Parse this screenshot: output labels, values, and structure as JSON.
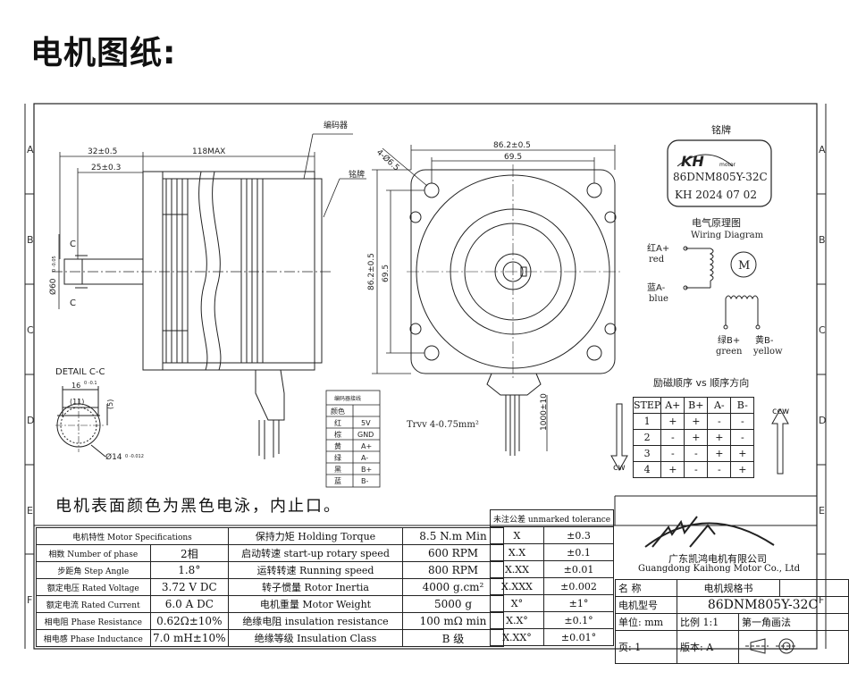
{
  "page_title": "电机图纸:",
  "drawing": {
    "labels": {
      "encoder": "编码器",
      "nameplate_callout": "铭牌",
      "nameplate_title": "铭牌",
      "wiring_title": "电气原理图",
      "wiring_sub": "Wiring Diagram",
      "detail": "DETAIL C-C",
      "section_c": "C",
      "surface_note": "电机表面颜色为黑色电泳，内止口。",
      "wire_spec": "Trvv 4-0.75mm²",
      "sequence_title": "励磁顺序 vs 顺序方向",
      "cw": "cw",
      "ccw": "ccw"
    },
    "dimensions": {
      "d32": "32±0.5",
      "d25": "25±0.3",
      "d118": "118MAX",
      "d60": "Ø60",
      "d60_tol": "0 -0.05",
      "d86_w": "86.2±0.5",
      "d69_w": "69.5",
      "d86_h": "86.2±0.5",
      "d69_h": "69.5",
      "holes": "4-Ø6.5",
      "lead_len": "1000±10",
      "key_w": "16",
      "key_w_tol": "0 -0.1",
      "key_11": "(11)",
      "key_5": "(5)",
      "shaft": "Ø14",
      "shaft_tol": "0 -0.012"
    },
    "nameplate": {
      "logo": "KH",
      "logo_sub": "motor",
      "model": "86DNM805Y-32C",
      "date": "KH 2024 07 02"
    },
    "wiring": {
      "red": "红A+",
      "red_en": "red",
      "blue": "蓝A-",
      "blue_en": "blue",
      "green": "绿B+",
      "green_en": "green",
      "yellow": "黄B-",
      "yellow_en": "yellow",
      "motor": "M"
    },
    "encoder_table": {
      "header": "编码器接线",
      "col": "颜色",
      "rows": [
        [
          "红",
          "5V"
        ],
        [
          "棕",
          "GND"
        ],
        [
          "黄",
          "A+"
        ],
        [
          "绿",
          "A-"
        ],
        [
          "黑",
          "B+"
        ],
        [
          "蓝",
          "B-"
        ]
      ]
    },
    "sequence": {
      "headers": [
        "STEP",
        "A+",
        "B+",
        "A-",
        "B-"
      ],
      "rows": [
        [
          "1",
          "+",
          "+",
          "-",
          "-"
        ],
        [
          "2",
          "-",
          "+",
          "+",
          "-"
        ],
        [
          "3",
          "-",
          "-",
          "+",
          "+"
        ],
        [
          "4",
          "+",
          "-",
          "-",
          "+"
        ]
      ]
    },
    "border_letters": [
      "A",
      "B",
      "C",
      "D",
      "E",
      "F"
    ]
  },
  "specs": {
    "header": [
      "电机特性 Motor Specifications",
      "保持力矩  Holding Torque",
      "8.5 N.m Min"
    ],
    "rows": [
      [
        "相数 Number of phase",
        "2相",
        "启动转速  start-up rotary speed",
        "600 RPM"
      ],
      [
        "步距角  Step Angle",
        "1.8°",
        "运转转速  Running speed",
        "800 RPM"
      ],
      [
        "额定电压 Rated Voltage",
        "3.72 V DC",
        "转子惯量  Rotor Inertia",
        "4000 g.cm²"
      ],
      [
        "额定电流 Rated Current",
        "6.0 A DC",
        "电机重量  Motor Weight",
        "5000 g"
      ],
      [
        "相电阻  Phase Resistance",
        "0.62Ω±10%",
        "绝缘电阻  insulation resistance",
        "100 mΩ min"
      ],
      [
        "相电感  Phase Inductance",
        "7.0 mH±10%",
        "绝缘等级  Insulation Class",
        "B 级"
      ]
    ]
  },
  "tolerance": {
    "header": "未注公差 unmarked tolerance",
    "rows": [
      [
        "X",
        "±0.3"
      ],
      [
        "X.X",
        "±0.1"
      ],
      [
        "X.XX",
        "±0.01"
      ],
      [
        "X.XXX",
        "±0.002"
      ],
      [
        "X°",
        "±1°"
      ],
      [
        "X.X°",
        "±0.1°"
      ],
      [
        "X.XX°",
        "±0.01°"
      ]
    ]
  },
  "title_block": {
    "company_cn": "广东凯鸿电机有限公司",
    "company_en": "Guangdong Kaihong Motor Co., Ltd",
    "name_label": "名 称",
    "name_value": "电机规格书",
    "model_label": "电机型号",
    "model_value": "86DNM805Y-32C",
    "unit": "单位: mm",
    "ratio": "比例 1:1",
    "angle": "第一角画法",
    "page": "页: 1",
    "version": "版本: A"
  }
}
